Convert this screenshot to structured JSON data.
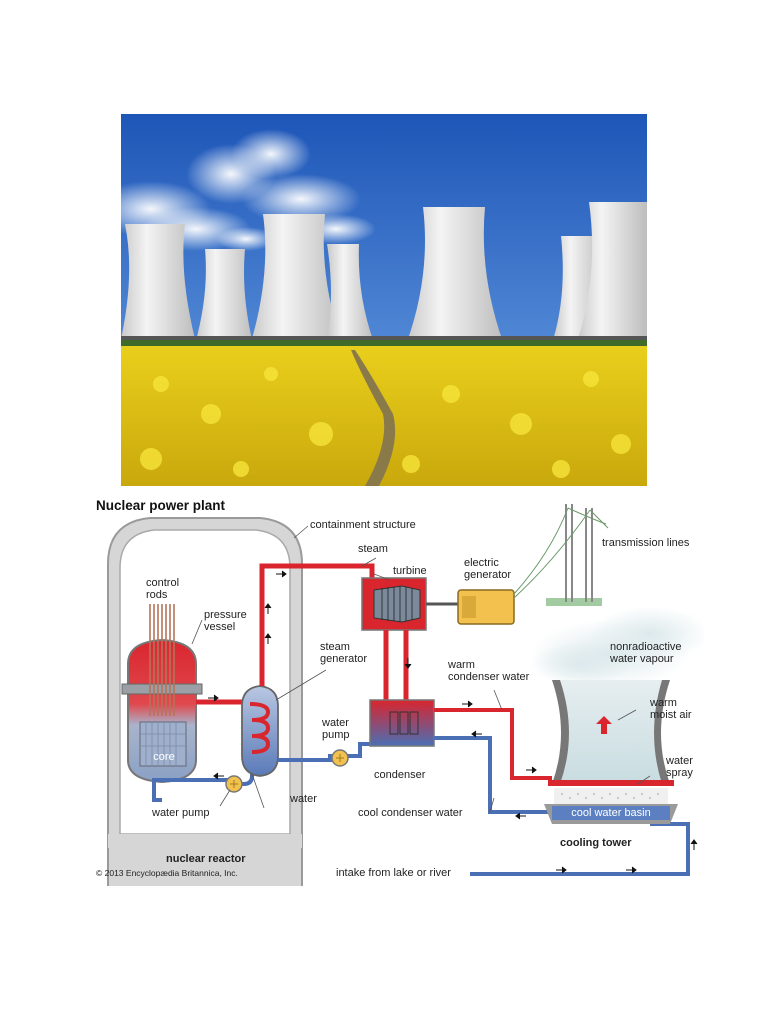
{
  "colors": {
    "sky_top": "#1e56b8",
    "sky_bottom": "#8fb8e6",
    "field": "#f2d21a",
    "tower": "#e9e9e9",
    "hot_pipe": "#d9252e",
    "cold_pipe": "#4a6fb5",
    "containment": "#d9d9d9",
    "generator": "#f2c14e",
    "basin": "#5b7fc0"
  },
  "diagram": {
    "title": "Nuclear power plant",
    "labels": {
      "containment_structure": "containment structure",
      "steam": "steam",
      "turbine": "turbine",
      "electric_generator": "electric\ngenerator",
      "transmission_lines": "transmission lines",
      "control_rods": "control\nrods",
      "pressure_vessel": "pressure\nvessel",
      "steam_generator": "steam\ngenerator",
      "nonradioactive_water_vapour": "nonradioactive\nwater vapour",
      "warm_condenser_water": "warm\ncondenser water",
      "warm_moist_air": "warm\nmoist air",
      "water_pump_secondary": "water\npump",
      "core": "core",
      "condenser": "condenser",
      "water_spray": "water\nspray",
      "water_pump_primary": "water pump",
      "water": "water",
      "cool_condenser_water": "cool condenser water",
      "cool_water_basin": "cool water basin",
      "nuclear_reactor": "nuclear reactor",
      "cooling_tower": "cooling tower",
      "intake": "intake from lake or river"
    },
    "copyright": "© 2013 Encyclopædia Britannica, Inc."
  }
}
